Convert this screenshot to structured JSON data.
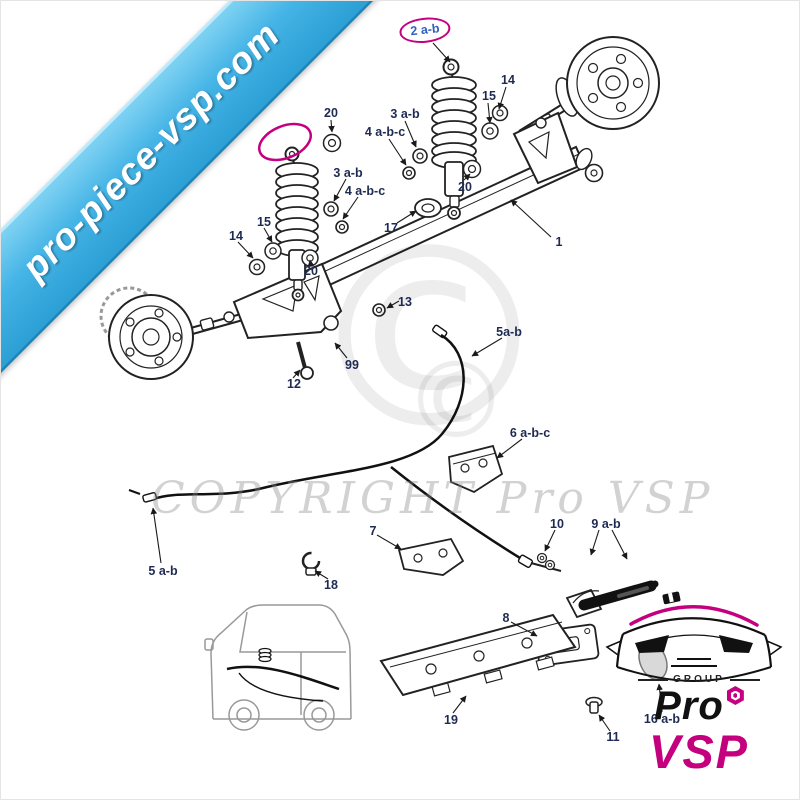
{
  "watermarks": {
    "ribbon_text": "pro-piece-vsp.com",
    "copyright_text": "COPYRIGHT Pro VSP",
    "copyright_symbol": "©"
  },
  "logo": {
    "group_label": "GROUP",
    "pro_label": "Pro",
    "vsp_label": "VSP"
  },
  "colors": {
    "highlight_magenta": "#c4007e",
    "ribbon_blue": "#3aa9dd",
    "label_color": "#1e2a52",
    "highlighted_label_color": "#2f5fc0",
    "diagram_line": "#222222",
    "sketch_gray": "#999999"
  },
  "diagram": {
    "highlighted_part": "2 a-b",
    "labels": [
      {
        "text": "2 a-b",
        "highlighted": true
      },
      {
        "text": "14"
      },
      {
        "text": "15"
      },
      {
        "text": "3 a-b"
      },
      {
        "text": "4 a-b-c"
      },
      {
        "text": "20"
      },
      {
        "text": "20"
      },
      {
        "text": "17"
      },
      {
        "text": "1"
      },
      {
        "text": "3 a-b"
      },
      {
        "text": "4 a-b-c"
      },
      {
        "text": "15"
      },
      {
        "text": "14"
      },
      {
        "text": "20"
      },
      {
        "text": "13"
      },
      {
        "text": "99"
      },
      {
        "text": "12"
      },
      {
        "text": "5a-b"
      },
      {
        "text": "6 a-b-c"
      },
      {
        "text": "7"
      },
      {
        "text": "5 a-b"
      },
      {
        "text": "18"
      },
      {
        "text": "10"
      },
      {
        "text": "9 a-b"
      },
      {
        "text": "8"
      },
      {
        "text": "19"
      },
      {
        "text": "11"
      },
      {
        "text": "16 a-b"
      }
    ]
  }
}
